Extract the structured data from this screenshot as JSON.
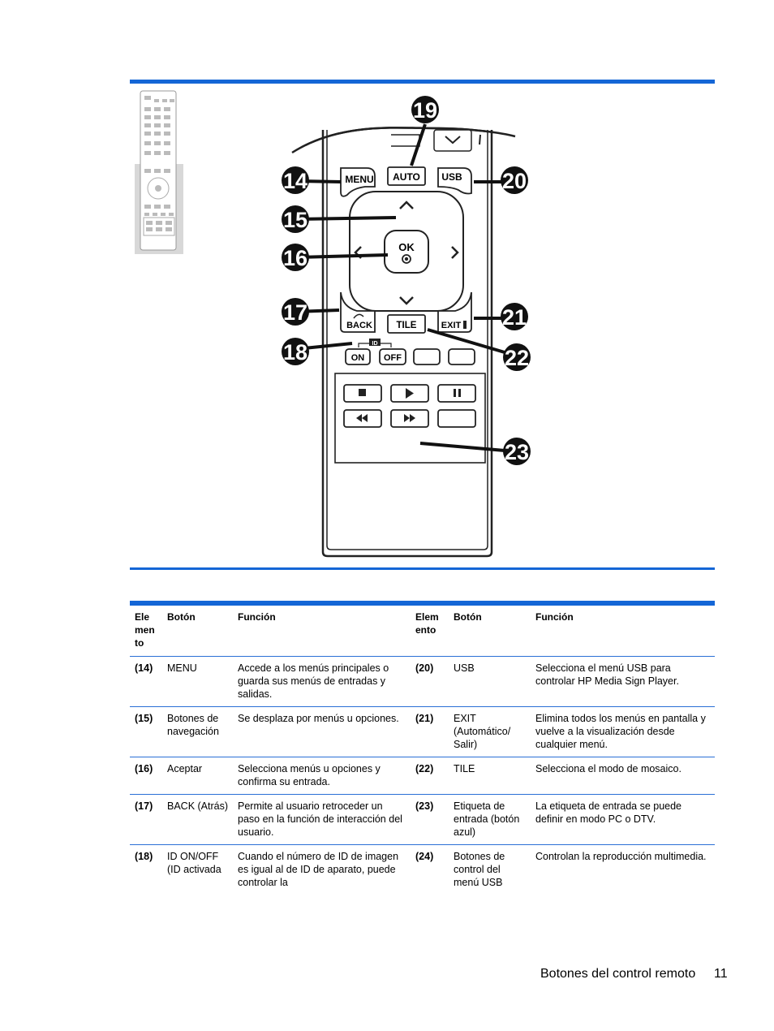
{
  "figure": {
    "callouts": [
      "14",
      "15",
      "16",
      "17",
      "18",
      "19",
      "20",
      "21",
      "22",
      "23"
    ],
    "remote_labels": {
      "menu": "MENU",
      "auto": "AUTO",
      "usb": "USB",
      "ok": "OK",
      "back": "BACK",
      "tile": "TILE",
      "exit": "EXIT",
      "id": "ID",
      "on": "ON",
      "off": "OFF"
    },
    "icons": [
      "up-arrow-icon",
      "down-arrow-icon",
      "left-arrow-icon",
      "right-arrow-icon",
      "stop-icon",
      "play-icon",
      "pause-icon",
      "rewind-icon",
      "fast-forward-icon",
      "back-icon"
    ]
  },
  "table": {
    "headers": [
      "Ele men to",
      "Botón",
      "Función",
      "Elem ento",
      "Botón",
      "Función"
    ],
    "rows": [
      {
        "n1": "(14)",
        "b1": "MENU",
        "f1": "Accede a los menús principales o guarda sus menús de entradas y salidas.",
        "n2": "(20)",
        "b2": "USB",
        "f2": "Selecciona el menú USB para controlar HP Media Sign Player."
      },
      {
        "n1": "(15)",
        "b1": "Botones de navegación",
        "f1": "Se desplaza por menús u opciones.",
        "n2": "(21)",
        "b2": "EXIT (Automático/ Salir)",
        "f2": "Elimina todos los menús en pantalla y vuelve a la visualización desde cualquier menú."
      },
      {
        "n1": "(16)",
        "b1": "Aceptar",
        "f1": "Selecciona menús u opciones y confirma su entrada.",
        "n2": "(22)",
        "b2": "TILE",
        "f2": "Selecciona el modo de mosaico."
      },
      {
        "n1": "(17)",
        "b1": "BACK (Atrás)",
        "f1": "Permite al usuario retroceder un paso en la función de interacción del usuario.",
        "n2": "(23)",
        "b2": "Etiqueta de entrada (botón azul)",
        "f2": "La etiqueta de entrada se puede definir en modo PC o DTV."
      },
      {
        "n1": "(18)",
        "b1": "ID ON/OFF (ID activada",
        "f1": "Cuando el número de ID de imagen es igual al de ID de aparato, puede controlar la",
        "n2": "(24)",
        "b2": "Botones de control del menú USB",
        "f2": "Controlan la reproducción multimedia."
      }
    ]
  },
  "footer": {
    "section": "Botones del control remoto",
    "page": "11"
  }
}
